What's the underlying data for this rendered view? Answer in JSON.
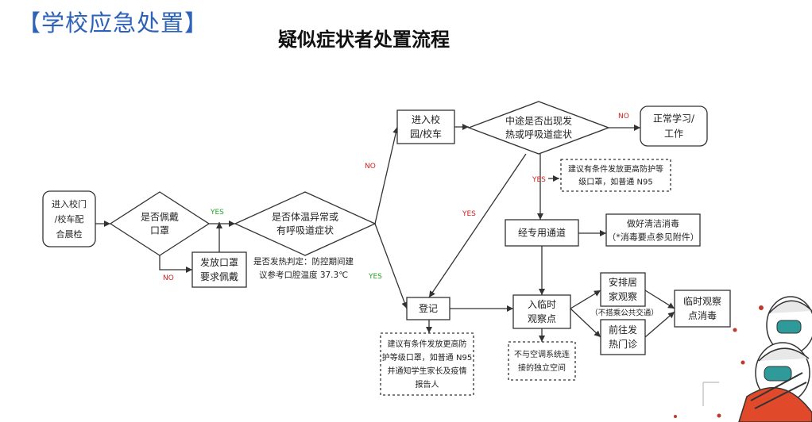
{
  "header": {
    "section": "【学校应急处置】",
    "title": "疑似症状者处置流程"
  },
  "nodes": {
    "entry": [
      "进入校门",
      "/校车配",
      "合晨检"
    ],
    "mask_check": [
      "是否佩戴",
      "口罩"
    ],
    "give_mask": [
      "发放口罩",
      "要求佩戴"
    ],
    "temp_check": [
      "是否体温异常或",
      "有呼吸道症状"
    ],
    "fever_note": [
      "是否发热判定：防控期间建",
      "议参考口腔温度 37.3℃"
    ],
    "enter_campus": [
      "进入校",
      "园/校车"
    ],
    "midway_check": [
      "中途是否出现发",
      "热或呼吸道症状"
    ],
    "normal": [
      "正常学习/",
      "工作"
    ],
    "mask_note_top": [
      "建议有条件发放更高防护等",
      "级口罩，如普通 N95"
    ],
    "dedicated_channel": [
      "经专用通道"
    ],
    "cleaning": [
      "做好清洁消毒",
      "（*消毒要点参见附件）"
    ],
    "register": [
      "登记"
    ],
    "register_note": [
      "建议有条件发放更高防",
      "护等级口罩，如普通 N95",
      "并通知学生家长及疫情",
      "报告人"
    ],
    "temp_obs": [
      "入临时",
      "观察点"
    ],
    "obs_note": [
      "不与空调系统连",
      "接的独立空间"
    ],
    "home_obs": [
      "安排居",
      "家观察"
    ],
    "no_transit": [
      "（不搭乘公共交通）"
    ],
    "fever_clinic": [
      "前往发",
      "热门诊"
    ],
    "disinfect": [
      "临时观察",
      "点消毒"
    ]
  },
  "labels": {
    "yes": "YES",
    "no": "NO"
  },
  "colors": {
    "header": "#2e62b8",
    "yes_green": "#2aa02a",
    "no_red": "#d32020",
    "line": "#333333"
  },
  "illustration": "medical-staff-cartoon"
}
